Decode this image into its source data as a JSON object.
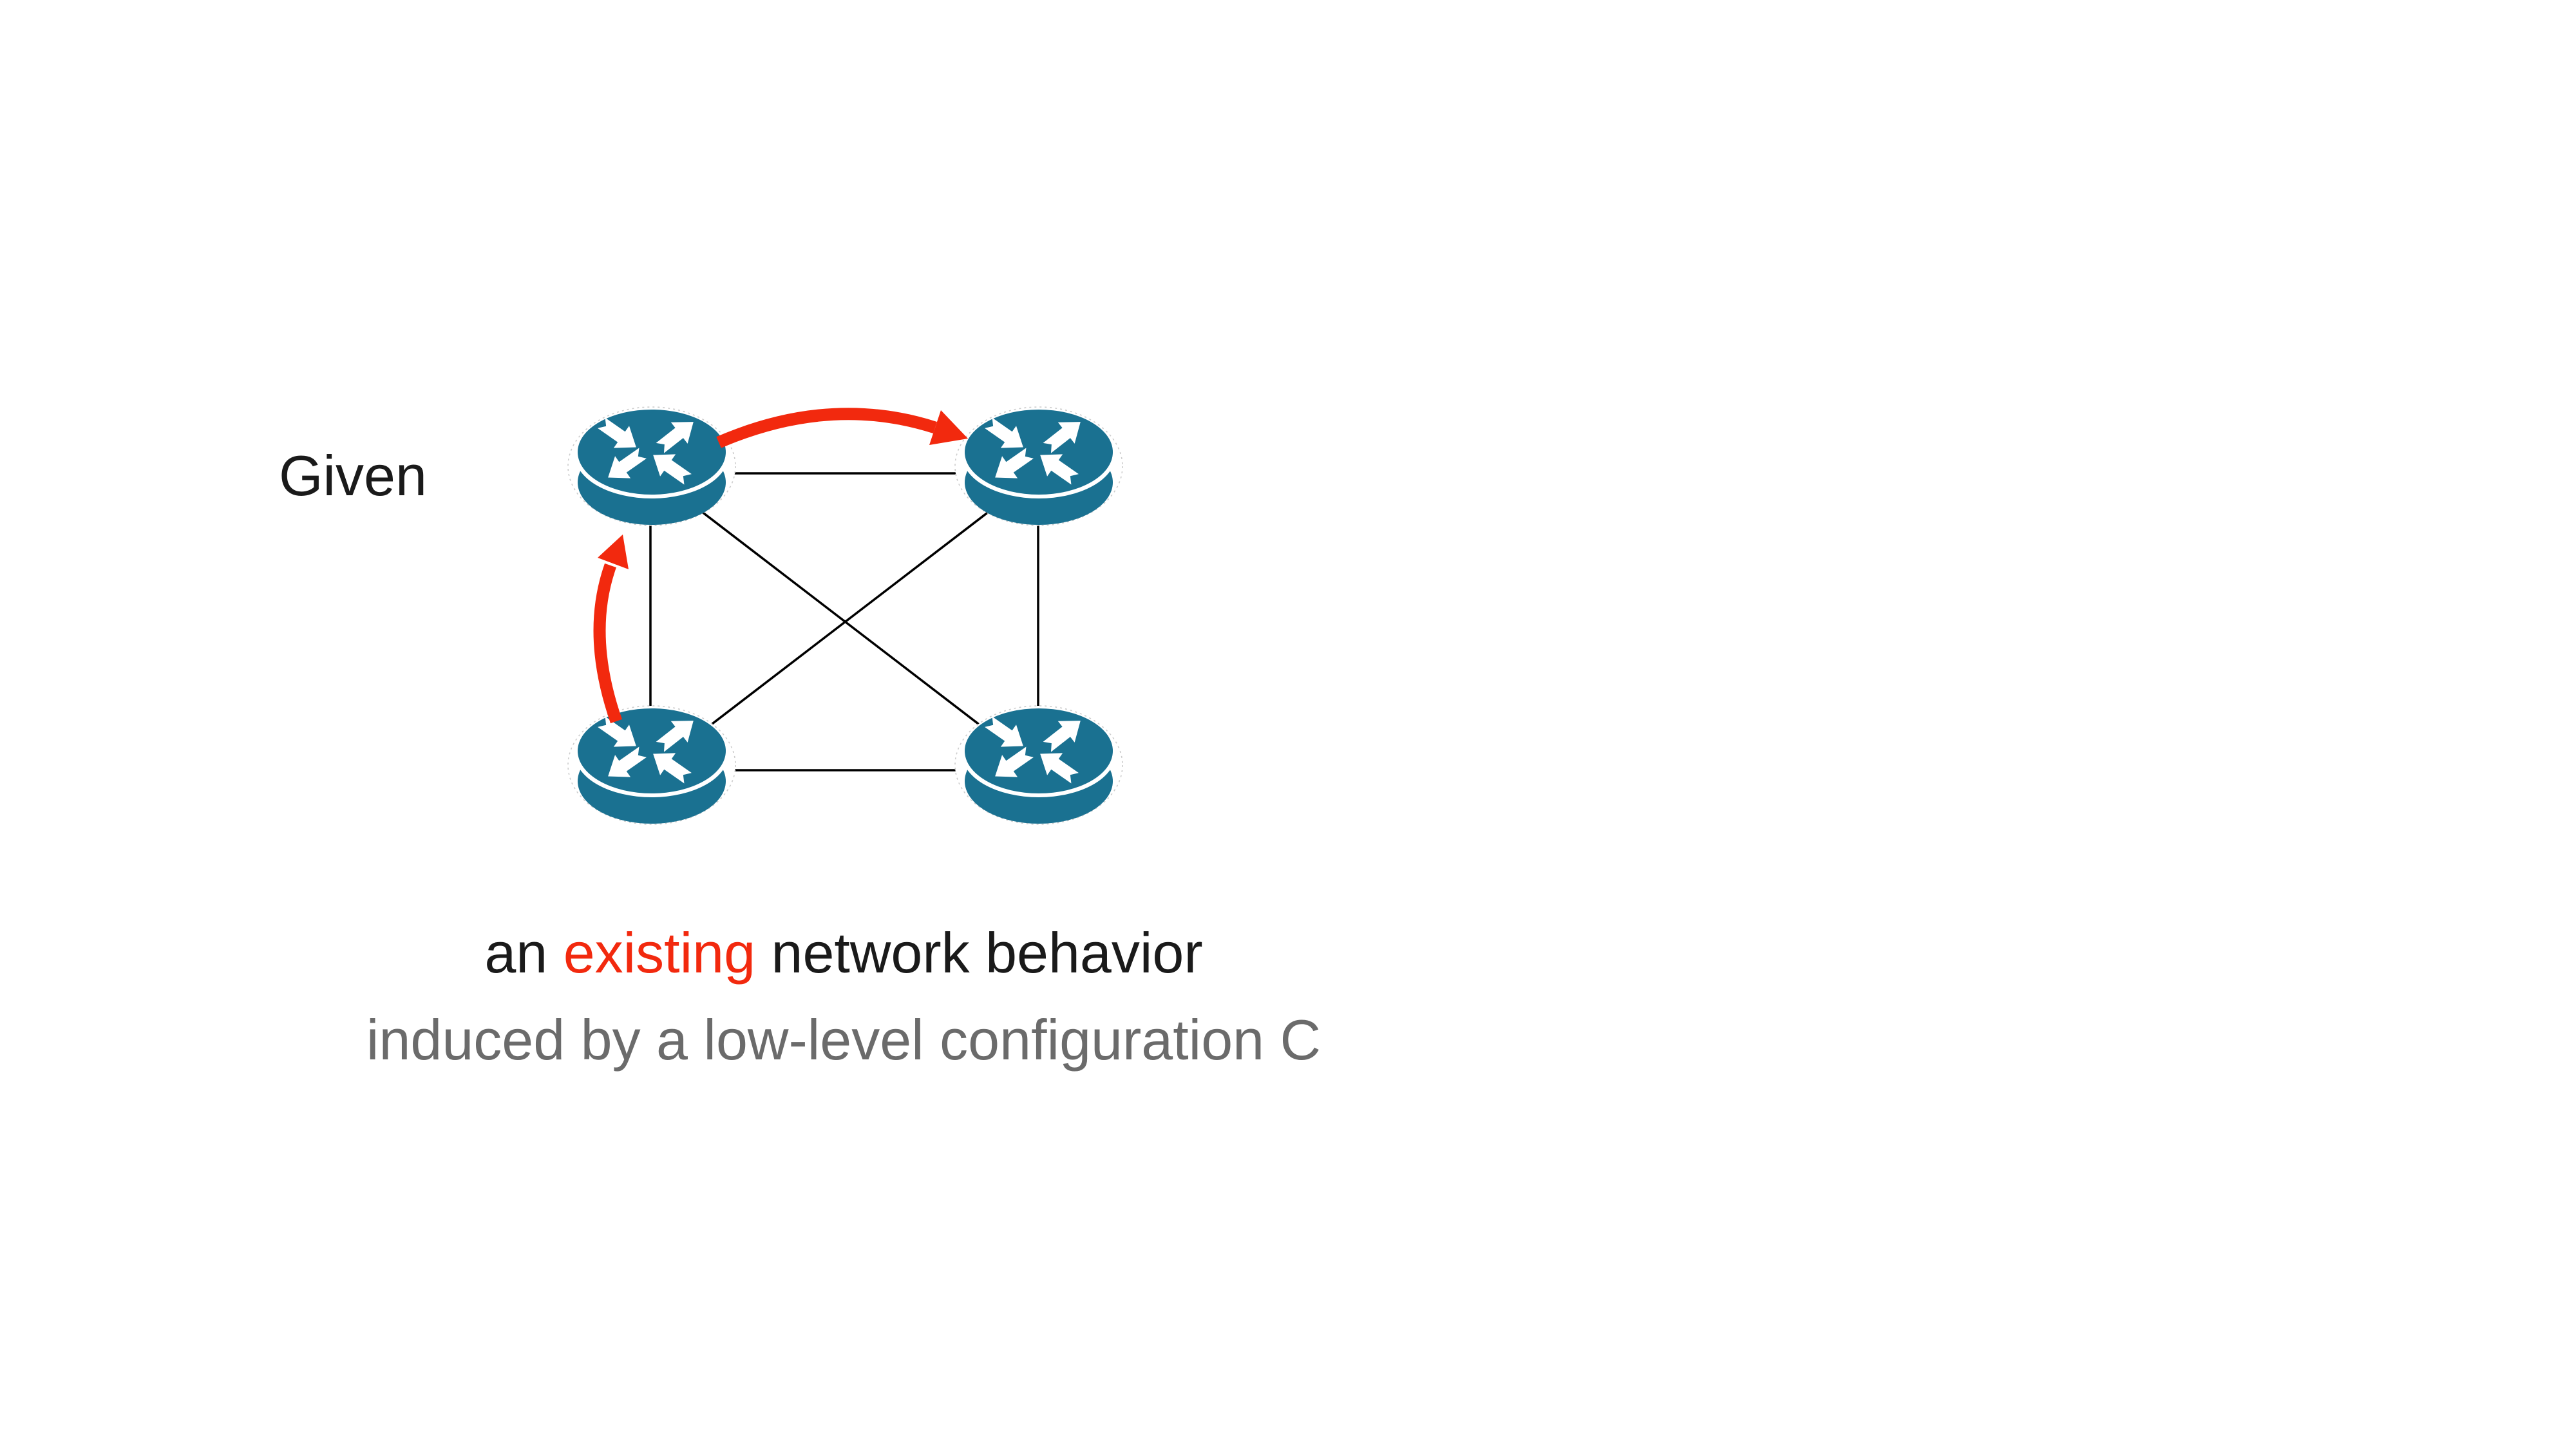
{
  "texts": {
    "given": "Given",
    "line1_prefix": "an ",
    "line1_highlight": "existing",
    "line1_suffix": " network behavior",
    "line2": "induced by a low-level configuration C"
  },
  "colors": {
    "background": "#ffffff",
    "teal": "#1a7191",
    "red": "#f2290e",
    "ink": "#1a1a1a",
    "gray": "#6b6b6b",
    "line": "#000000",
    "halo": "#cccccc"
  },
  "diagram": {
    "type": "network-topology",
    "node_icon": "cisco-router-icon",
    "nodes": [
      "top-left",
      "top-right",
      "bottom-left",
      "bottom-right"
    ],
    "links": [
      [
        "top-left",
        "top-right"
      ],
      [
        "bottom-left",
        "bottom-right"
      ],
      [
        "top-left",
        "bottom-left"
      ],
      [
        "top-right",
        "bottom-right"
      ],
      [
        "top-left",
        "bottom-right"
      ],
      [
        "bottom-left",
        "top-right"
      ]
    ],
    "highlighted_path": [
      {
        "from": "bottom-left",
        "to": "top-left",
        "style": "curved-red-arrow"
      },
      {
        "from": "top-left",
        "to": "top-right",
        "style": "curved-red-arrow"
      }
    ]
  }
}
